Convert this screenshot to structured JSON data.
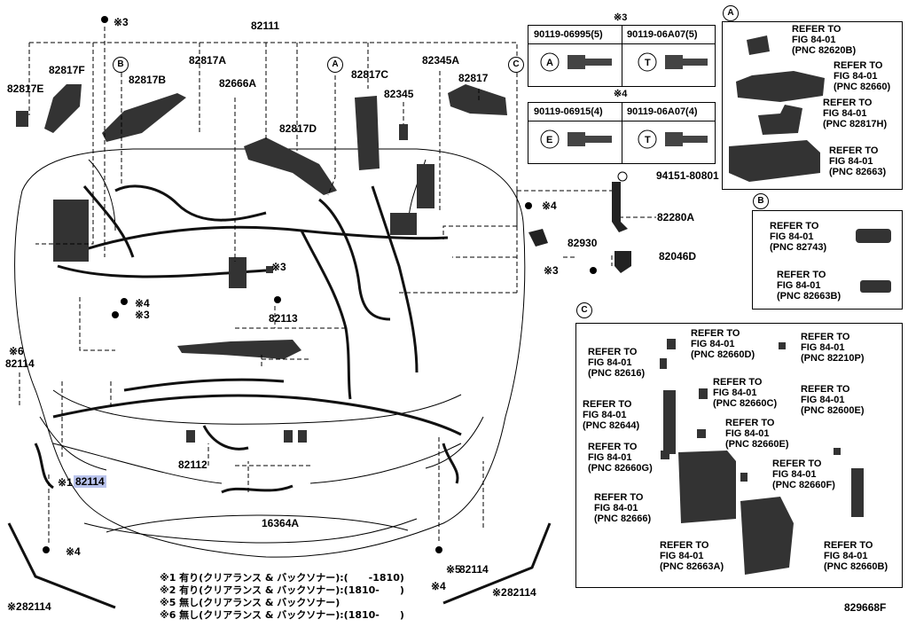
{
  "callouts": {
    "c82111": "82111",
    "c82817F": "82817F",
    "c82817E": "82817E",
    "c82817B": "82817B",
    "c82817A": "82817A",
    "c82666A": "82666A",
    "c82817C": "82817C",
    "c82345A": "82345A",
    "c82345": "82345",
    "c82817": "82817",
    "c82817D": "82817D",
    "c94151": "94151-80801",
    "c82280A": "82280A",
    "c82930": "82930",
    "c82046D": "82046D",
    "c82113": "82113",
    "c82114_left": "82114",
    "c82114_hl": "82114",
    "c82112": "82112",
    "c16364A": "16364A",
    "c82114_bl": "82114",
    "c82114_bm": "82114",
    "c82114_br": "82114",
    "fig_code": "829668F"
  },
  "marks": {
    "m1": "※1",
    "m2": "※2",
    "m3": "※3",
    "m4": "※4",
    "m5": "※5",
    "m6": "※6"
  },
  "circles": {
    "A": "A",
    "B": "B",
    "C": "C"
  },
  "bolt_tables": {
    "t3_title": "※3",
    "t3_a": "90119-06995(5)",
    "t3_b": "90119-06A07(5)",
    "t3_a_sym": "A",
    "t3_b_sym": "T",
    "t4_title": "※4",
    "t4_a": "90119-06915(4)",
    "t4_b": "90119-06A07(4)",
    "t4_a_sym": "E",
    "t4_b_sym": "T"
  },
  "box_a": {
    "r1": "REFER TO\nFIG 84-01\n(PNC 82620B)",
    "r2": "REFER TO\nFIG 84-01\n(PNC 82660)",
    "r3": "REFER TO\nFIG 84-01\n(PNC 82817H)",
    "r4": "REFER TO\nFIG 84-01\n(PNC 82663)"
  },
  "box_b": {
    "r1": "REFER TO\nFIG 84-01\n(PNC 82743)",
    "r2": "REFER TO\nFIG 84-01\n(PNC 82663B)"
  },
  "box_c": {
    "r1": "REFER TO\nFIG 84-01\n(PNC 82660D)",
    "r2": "REFER TO\nFIG 84-01\n(PNC 82210P)",
    "r3": "REFER TO\nFIG 84-01\n(PNC 82616)",
    "r4": "REFER TO\nFIG 84-01\n(PNC 82660C)",
    "r5": "REFER TO\nFIG 84-01\n(PNC 82644)",
    "r6": "REFER TO\nFIG 84-01\n(PNC 82600E)",
    "r7": "REFER TO\nFIG 84-01\n(PNC 82660E)",
    "r8": "REFER TO\nFIG 84-01\n(PNC 82660G)",
    "r9": "REFER TO\nFIG 84-01\n(PNC 82660F)",
    "r10": "REFER TO\nFIG 84-01\n(PNC 82666)",
    "r11": "REFER TO\nFIG 84-01\n(PNC 82663A)",
    "r12": "REFER TO\nFIG 84-01\n(PNC 82660B)"
  },
  "notes": {
    "n1": "※1 有り(クリアランス & バックソナー):(      -1810)",
    "n2": "※2 有り(クリアランス & バックソナー):(1810-      )",
    "n5": "※5 無し(クリアランス & バックソナー)",
    "n6": "※6 無し(クリアランス & バックソナー):(1810-      )"
  }
}
